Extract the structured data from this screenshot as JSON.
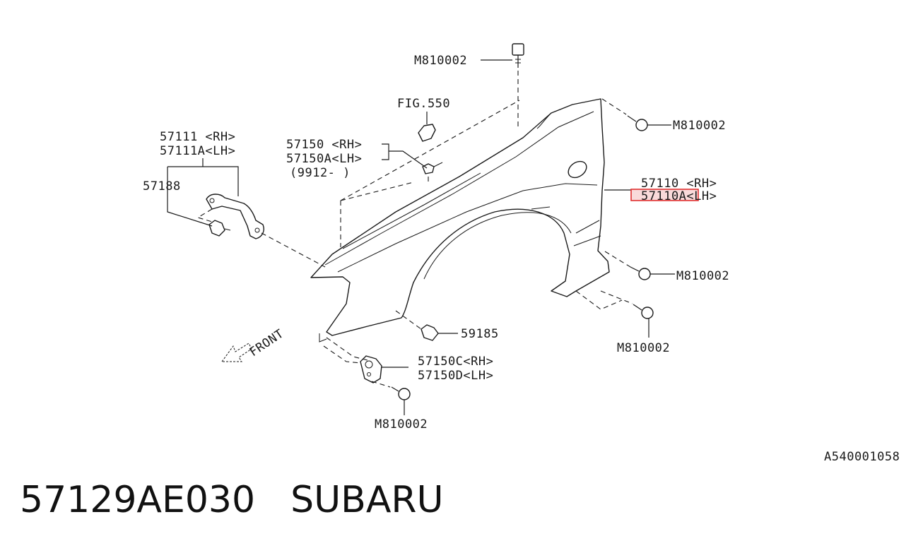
{
  "labels": {
    "bolt_top": "M810002",
    "fig": "FIG.550",
    "bolt_right_top": "M810002",
    "bracket_rh": "57111 <RH>",
    "bracket_lh": "57111A<LH>",
    "bracket_sub": "57188",
    "clip_rh": "57150 <RH>",
    "clip_lh": "57150A<LH>",
    "clip_date": "(9912-   )",
    "fender_rh": "57110 <RH>",
    "fender_lh": "57110A<LH>",
    "bolt_right_mid": "M810002",
    "bolt_right_low": "M810002",
    "clip_front": "59185",
    "bracket_front_rh": "57150C<RH>",
    "bracket_front_lh": "57150D<LH>",
    "bolt_bottom": "M810002",
    "front": "FRONT",
    "diagram_code": "A540001058"
  },
  "highlight": {
    "part": "57110A",
    "color": "#e03030"
  },
  "footer": {
    "part_number": "57129AE030",
    "brand": "SUBARU"
  }
}
